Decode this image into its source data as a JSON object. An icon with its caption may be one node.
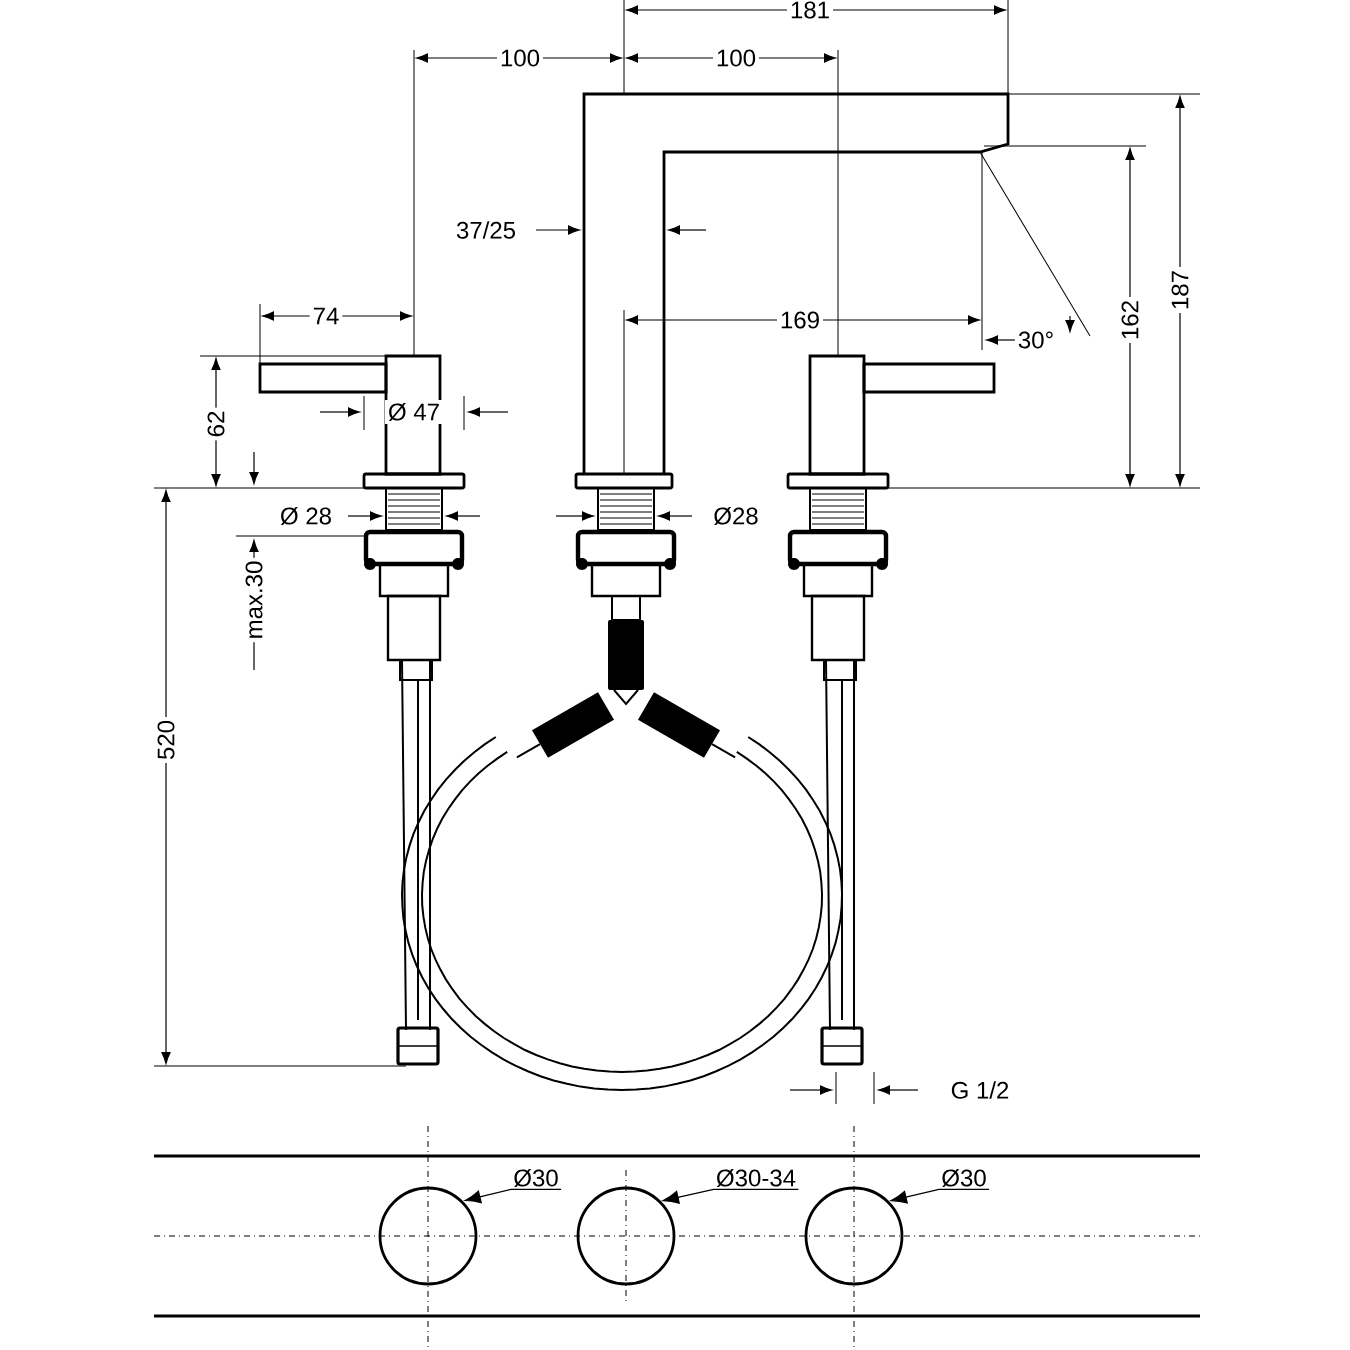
{
  "diagram": {
    "nodes": [
      {
        "text": [
          "Ø30"
        ]
      },
      {
        "text": [
          "Ø30-34"
        ]
      },
      {
        "text": [
          "Ø30"
        ]
      },
      {
        "text": [],
        "shape": "circle"
      },
      {
        "text": [],
        "shape": "circle"
      },
      {
        "text": [],
        "shape": "circle"
      }
    ],
    "edges": [
      {
        "from": 0,
        "to": 3,
        "arrow": "to"
      },
      {
        "from": 1,
        "to": 4,
        "arrow": "to"
      },
      {
        "from": 2,
        "to": 5,
        "arrow": "to"
      }
    ],
    "labels": [
      "181",
      "100",
      "100",
      "37/25",
      "74",
      "169",
      "30°",
      "187",
      "162",
      "62",
      "Ø 47",
      "Ø 28",
      "Ø28",
      "max.30",
      "520",
      "G 1/2"
    ]
  }
}
